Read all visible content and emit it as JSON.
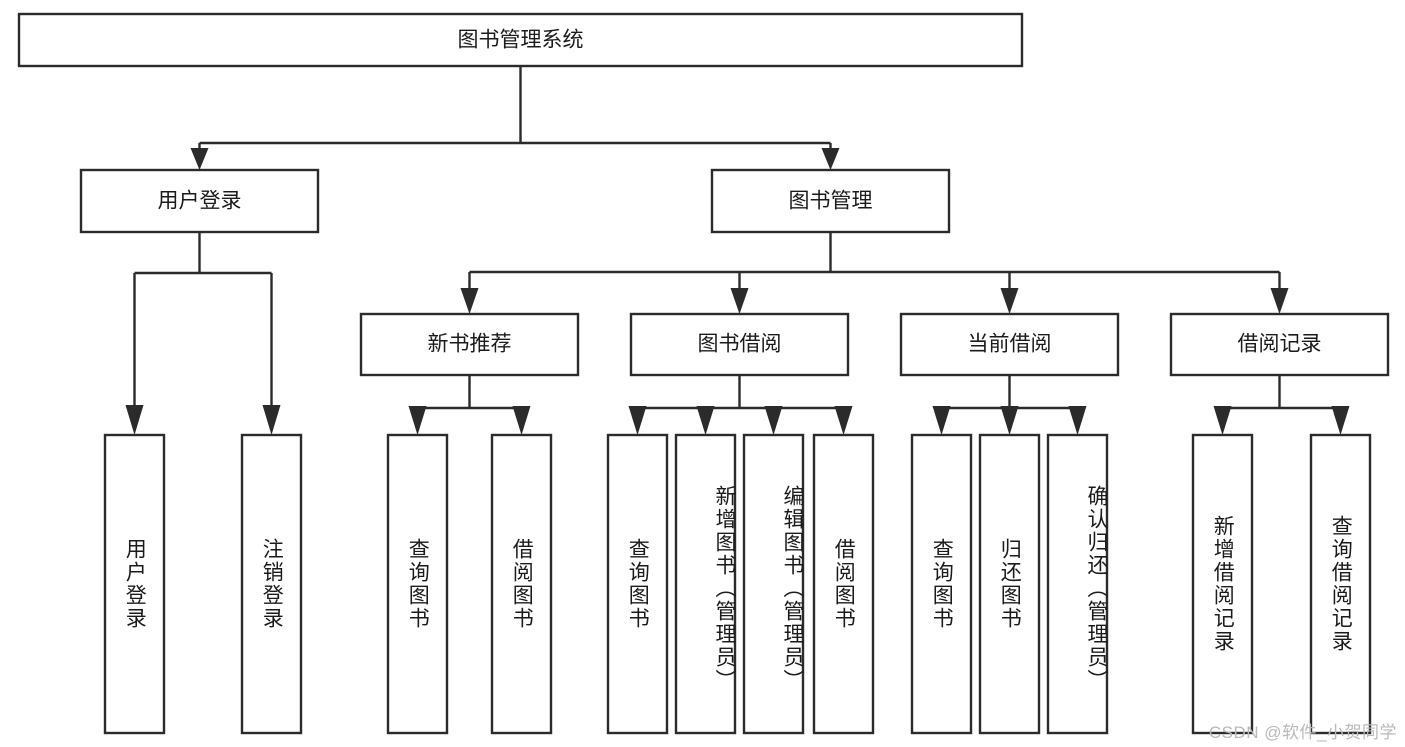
{
  "diagram": {
    "title": "图书管理系统",
    "type": "tree-hierarchy-chart",
    "watermark": "CSDN @软件_小贺同学",
    "colors": {
      "box_stroke": "#2b2b2b",
      "box_fill": "#ffffff",
      "text": "#1b1b1b",
      "background": "#ffffff",
      "watermark": "#b9b9b9"
    },
    "root": {
      "label": "图书管理系统"
    },
    "level2": [
      {
        "label": "用户登录"
      },
      {
        "label": "图书管理"
      }
    ],
    "level3": [
      {
        "label": "新书推荐"
      },
      {
        "label": "图书借阅"
      },
      {
        "label": "当前借阅"
      },
      {
        "label": "借阅记录"
      }
    ],
    "leaves": {
      "user_login": [
        {
          "label": "用户登录"
        },
        {
          "label": "注销登录"
        }
      ],
      "new_book": [
        {
          "label": "查询图书"
        },
        {
          "label": "借阅图书"
        }
      ],
      "book_borrow": [
        {
          "label": "查询图书"
        },
        {
          "label": "新增图书（管理员）"
        },
        {
          "label": "编辑图书（管理员）"
        },
        {
          "label": "借阅图书"
        }
      ],
      "current_borrow": [
        {
          "label": "查询图书"
        },
        {
          "label": "归还图书"
        },
        {
          "label": "确认归还（管理员）"
        }
      ],
      "borrow_record": [
        {
          "label": "新增借阅记录"
        },
        {
          "label": "查询借阅记录"
        }
      ]
    }
  }
}
